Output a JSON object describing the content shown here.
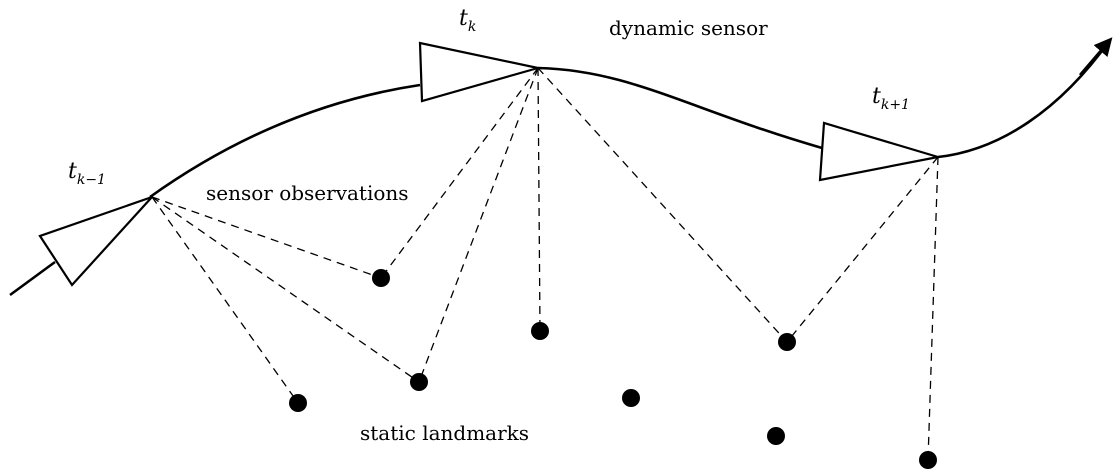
{
  "labels": {
    "dynamic_sensor": "dynamic sensor",
    "sensor_observations": "sensor observations",
    "static_landmarks": "static landmarks"
  },
  "poses": [
    {
      "base": "t",
      "sub": "k−1"
    },
    {
      "base": "t",
      "sub": "k"
    },
    {
      "base": "t",
      "sub": "k+1"
    }
  ],
  "colors": {
    "stroke": "#000000",
    "background": "#ffffff"
  }
}
